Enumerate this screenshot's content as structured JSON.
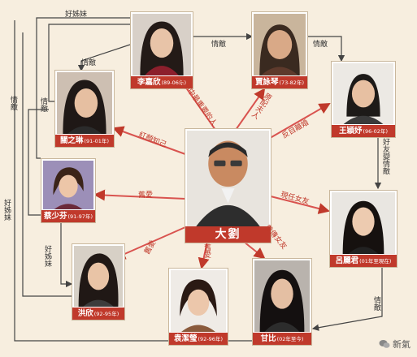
{
  "center": {
    "name": "大劉"
  },
  "people": [
    {
      "key": "li",
      "name": "李嘉欣",
      "years": "(89-06年)"
    },
    {
      "key": "jia",
      "name": "賈詠琴",
      "years": "(73-82年)"
    },
    {
      "key": "wang",
      "name": "王穎妤",
      "years": "(96-02年)"
    },
    {
      "key": "guan",
      "name": "關之琳",
      "years": "(91-01年)"
    },
    {
      "key": "cai",
      "name": "蔡少芬",
      "years": "(91-97年)"
    },
    {
      "key": "lv",
      "name": "呂麗君",
      "years": "(01年至現在)"
    },
    {
      "key": "hong",
      "name": "洪欣",
      "years": "(92-95年)"
    },
    {
      "key": "yuan",
      "name": "袁潔瑩",
      "years": "(92-96年)"
    },
    {
      "key": "gan",
      "name": "甘比",
      "years": "(02年至今)"
    }
  ],
  "relations": {
    "li_center": "生命中最重要的人",
    "jia_center": "原配夫人",
    "wang_center": "反目離婚",
    "guan_center": "紅顏知己",
    "cai_center": "舊愛",
    "lv_center": "現任女友",
    "hong_center": "舊愛",
    "yuan_center": "舊愛",
    "gan_center": "曾傳女友",
    "cai_hong": "好姊妹",
    "li_guan": "情敵",
    "li_jia": "情敵",
    "jia_wang": "情敵",
    "wang_lv": "好友變情敵",
    "lv_gan": "情敵",
    "outer_top": "好姊妹",
    "outer_guan": "情敵",
    "outer_left1": "情敵",
    "outer_left2": "好姊妹"
  },
  "watermark": "新氣"
}
